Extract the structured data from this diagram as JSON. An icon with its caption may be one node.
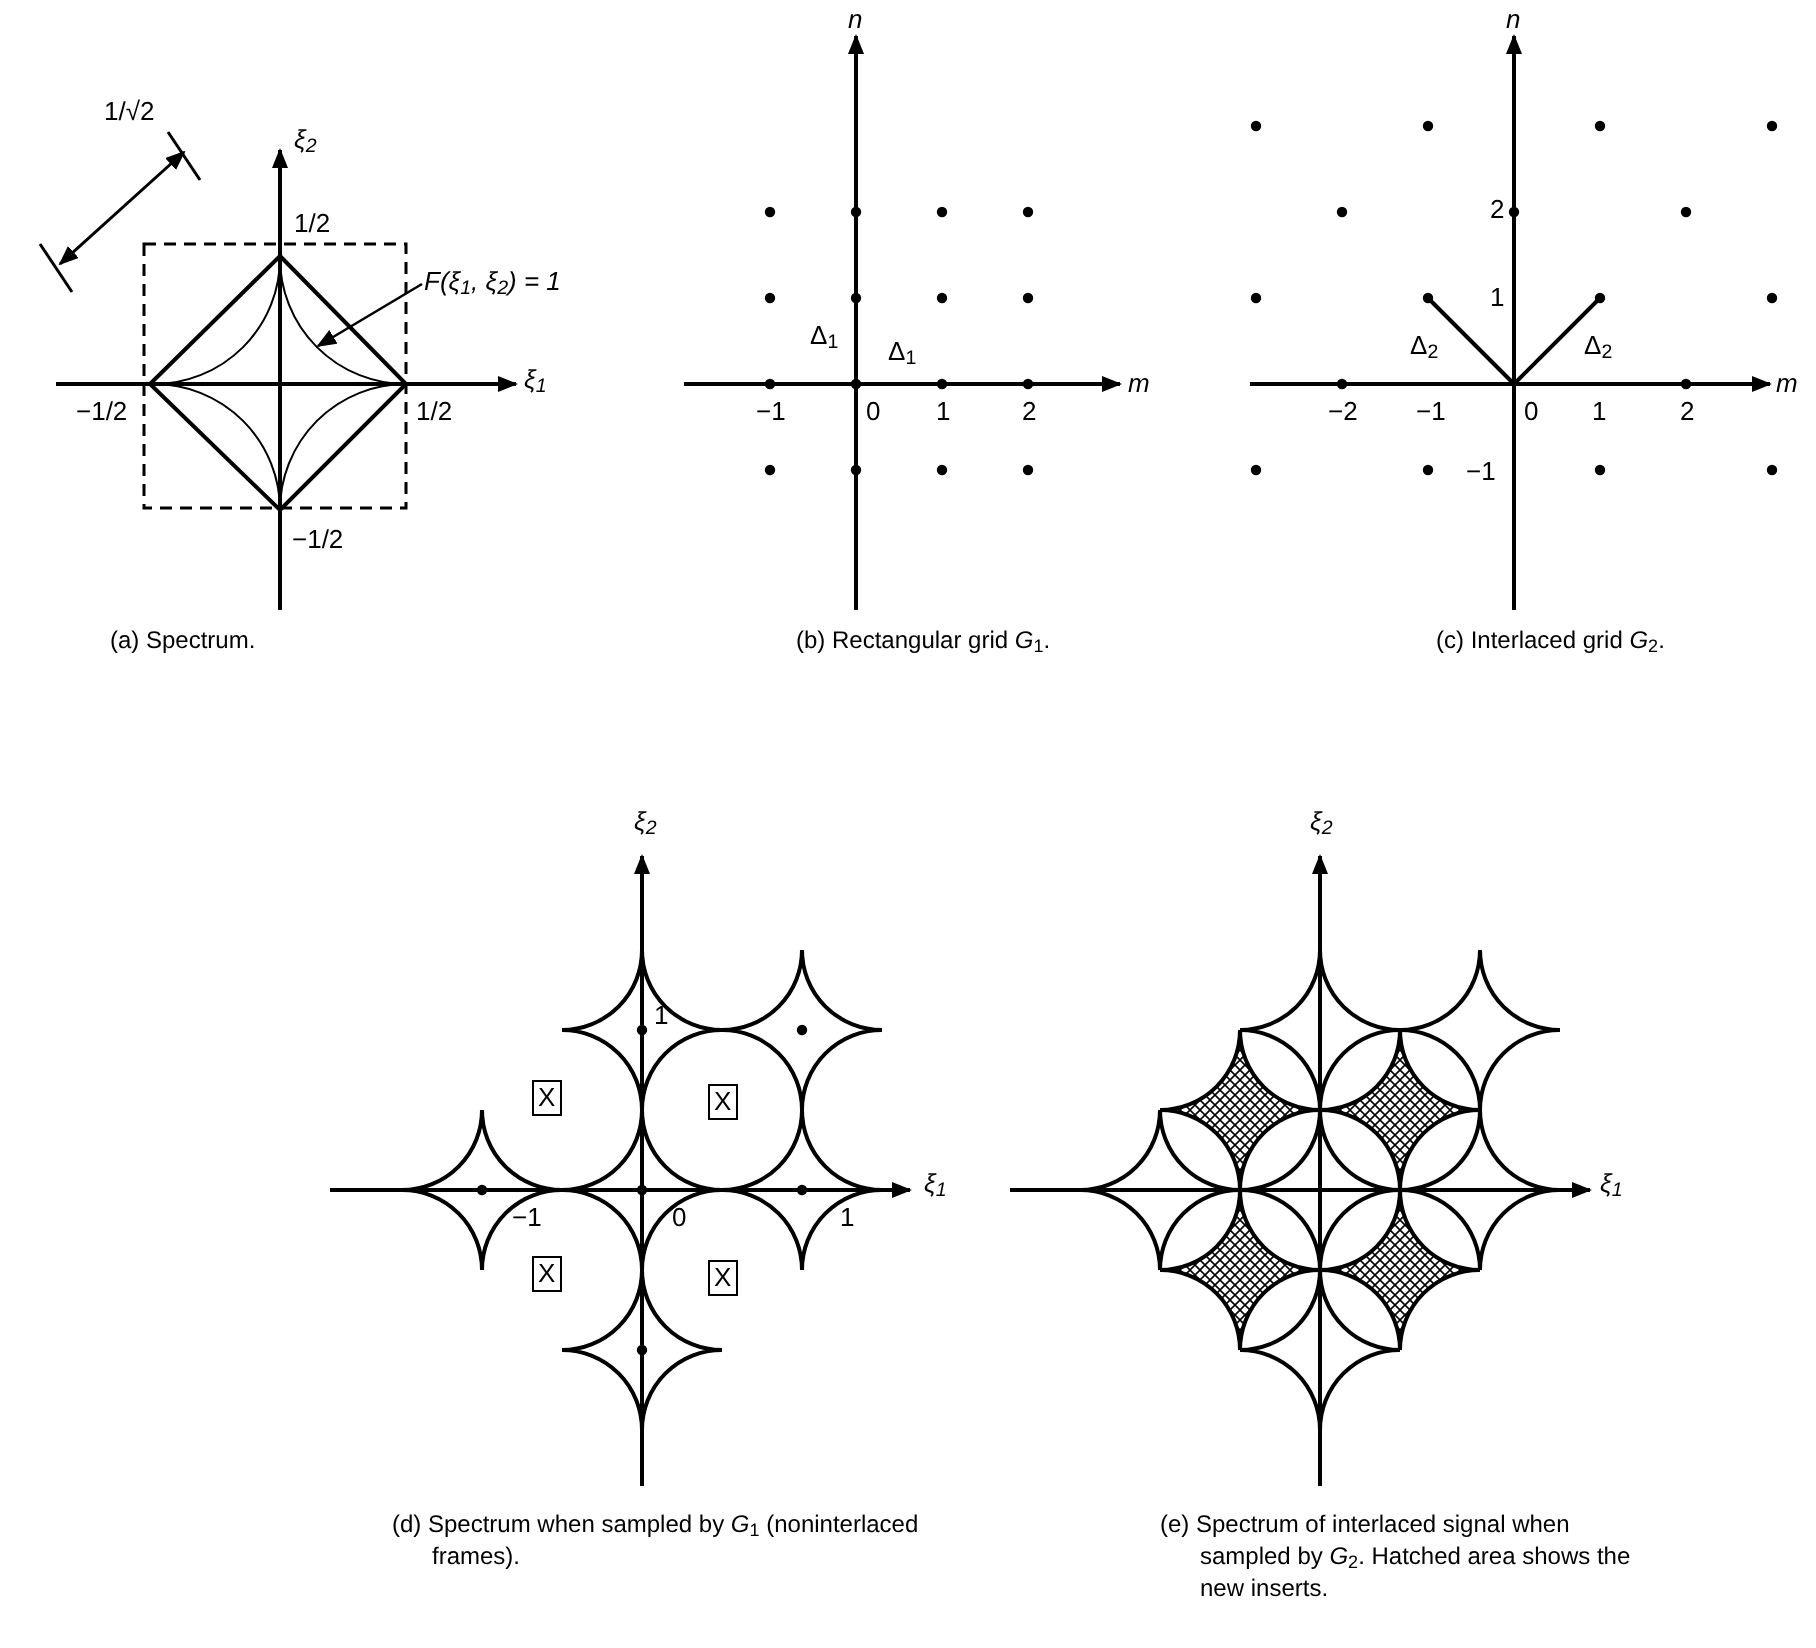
{
  "diagram": {
    "nodes": [
      {
        "text": [
          "F(ξ$_{1}$, ξ$_{2}$) = 1"
        ]
      },
      {
        "text": [],
        "shape": "curve"
      }
    ],
    "edges": [
      {
        "from": 0,
        "to": 1,
        "arrow": "to"
      }
    ],
    "labels": [
      "1/√2",
      "ξ$_{2}$",
      "1/2",
      "ξ$_{1}$",
      "−1/2",
      "1/2",
      "−1/2",
      "(a) Spectrum.",
      "n",
      "Δ$_{1}$",
      "Δ$_{1}$",
      "m",
      "−1",
      "0",
      "1",
      "2",
      "(b) Rectangular grid *G*$_{1}$.",
      "n",
      "2",
      "1",
      "Δ$_{2}$",
      "Δ$_{2}$",
      "m",
      "−2",
      "−1",
      "0",
      "1",
      "2",
      "−1",
      "(c) Interlaced grid *G*$_{2}$.",
      "ξ$_{2}$",
      "1",
      "X",
      "X",
      "ξ$_{1}$",
      "−1",
      "0",
      "1",
      "X",
      "X",
      "(d) Spectrum when sampled by *G*$_{1}$ (noninterlaced frames).",
      "ξ$_{2}$",
      "ξ$_{1}$",
      "(e) Spectrum of interlaced signal when sampled by *G*$_{2}$. Hatched area shows the new inserts."
    ]
  }
}
